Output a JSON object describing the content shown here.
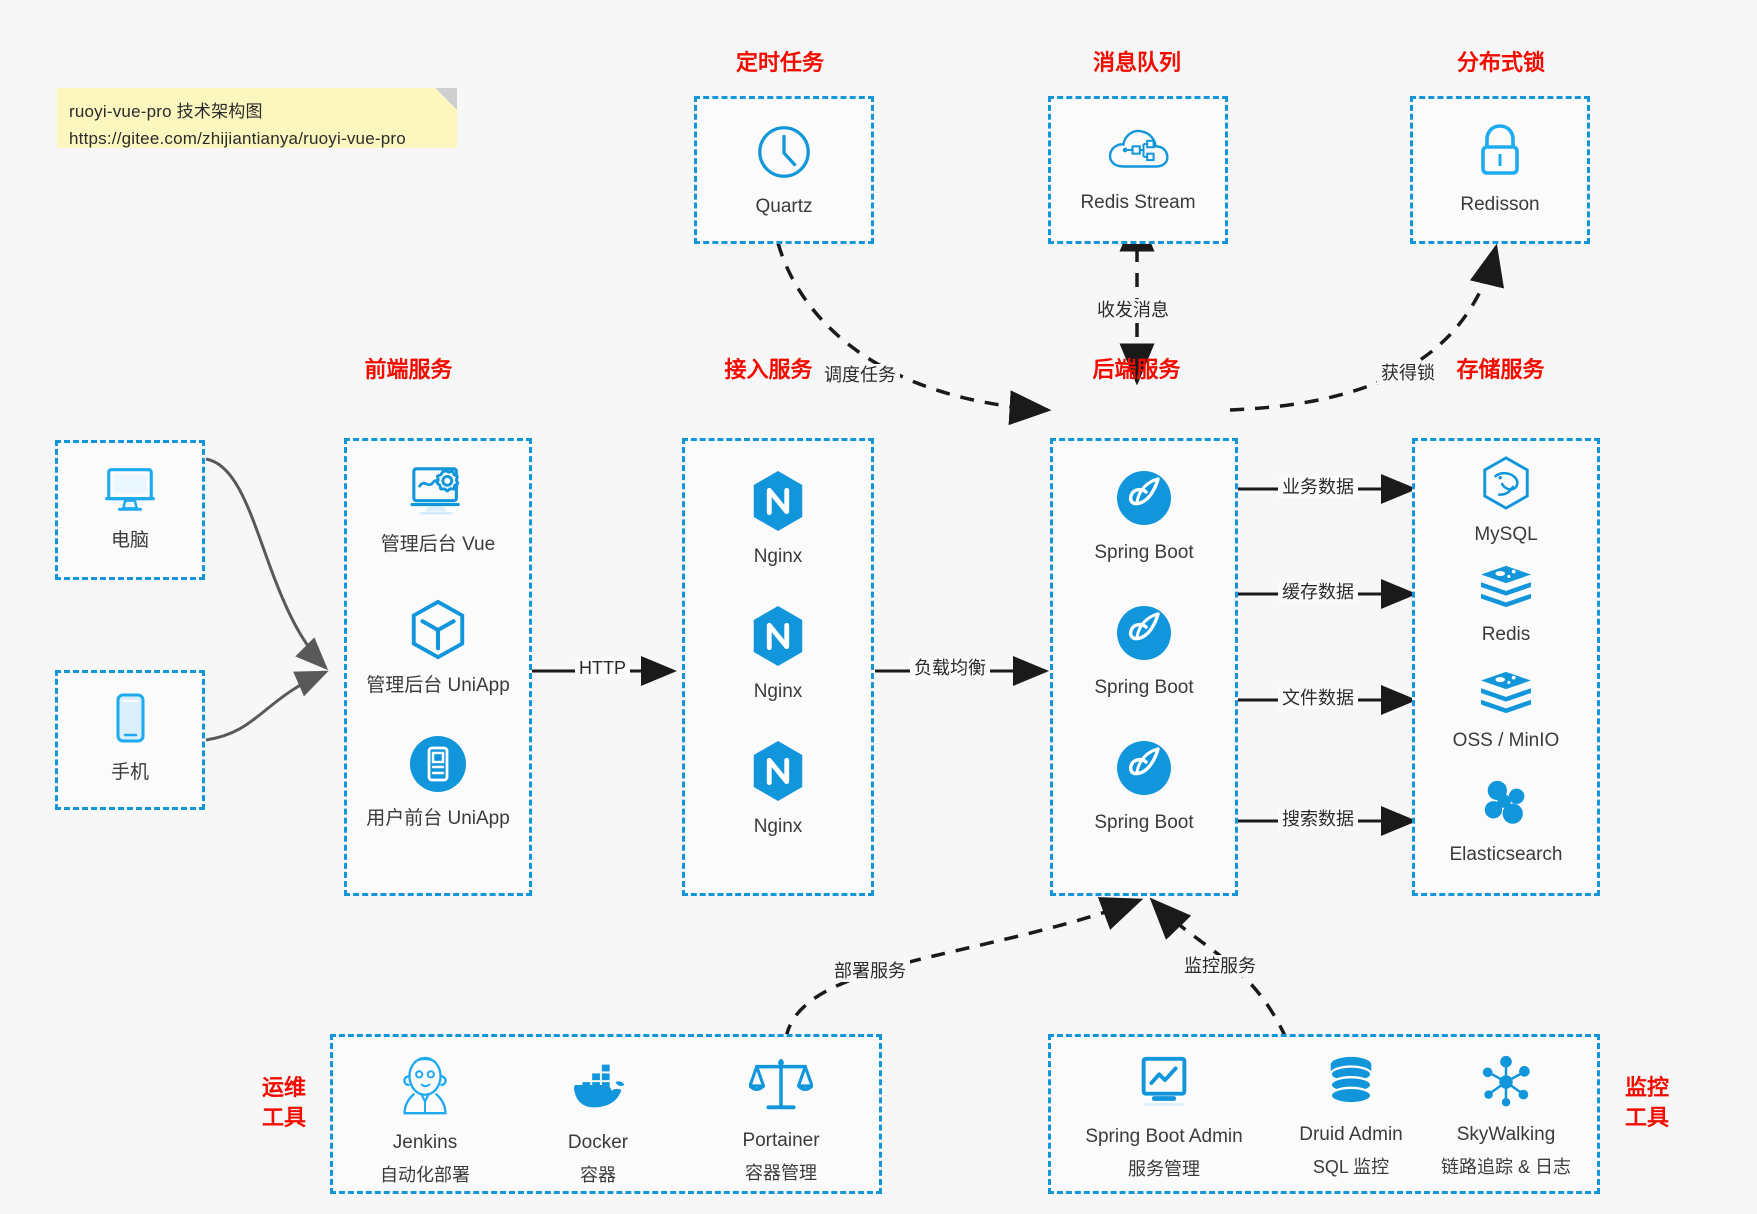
{
  "note": {
    "line1": "ruoyi-vue-pro 技术架构图",
    "line2": "https://gitee.com/zhijiantianya/ruoyi-vue-pro"
  },
  "colors": {
    "accent_blue": "#1296db",
    "title_red": "#f20c00",
    "note_yellow": "#fcf7bf",
    "arrow_gray": "#595959",
    "arrow_black": "#1a1a1a",
    "page_bg": "#f7f7f7",
    "box_bg": "#fbfbfb"
  },
  "groups": {
    "scheduled_task": {
      "title": "定时任务",
      "nodes": [
        {
          "label": "Quartz",
          "icon": "clock-icon"
        }
      ]
    },
    "message_queue": {
      "title": "消息队列",
      "nodes": [
        {
          "label": "Redis Stream",
          "icon": "cloud-stream-icon"
        }
      ]
    },
    "distributed_lock": {
      "title": "分布式锁",
      "nodes": [
        {
          "label": "Redisson",
          "icon": "lock-icon"
        }
      ]
    },
    "clients": {
      "nodes": [
        {
          "label": "电脑",
          "icon": "desktop-icon"
        },
        {
          "label": "手机",
          "icon": "mobile-icon"
        }
      ]
    },
    "frontend": {
      "title": "前端服务",
      "nodes": [
        {
          "label": "管理后台 Vue",
          "icon": "dashboard-settings-icon"
        },
        {
          "label": "管理后台 UniApp",
          "icon": "cube-icon"
        },
        {
          "label": "用户前台 UniApp",
          "icon": "phone-app-icon"
        }
      ]
    },
    "gateway": {
      "title": "接入服务",
      "nodes": [
        {
          "label": "Nginx",
          "icon": "nginx-icon"
        },
        {
          "label": "Nginx",
          "icon": "nginx-icon"
        },
        {
          "label": "Nginx",
          "icon": "nginx-icon"
        }
      ]
    },
    "backend": {
      "title": "后端服务",
      "nodes": [
        {
          "label": "Spring Boot",
          "icon": "spring-boot-icon"
        },
        {
          "label": "Spring Boot",
          "icon": "spring-boot-icon"
        },
        {
          "label": "Spring Boot",
          "icon": "spring-boot-icon"
        }
      ]
    },
    "storage": {
      "title": "存储服务",
      "nodes": [
        {
          "label": "MySQL",
          "icon": "mysql-icon"
        },
        {
          "label": "Redis",
          "icon": "redis-icon"
        },
        {
          "label": "OSS / MinIO",
          "icon": "oss-minio-icon"
        },
        {
          "label": "Elasticsearch",
          "icon": "elasticsearch-icon"
        }
      ]
    },
    "devops": {
      "title": "运维\n工具",
      "title_line1": "运维",
      "title_line2": "工具",
      "nodes": [
        {
          "label": "Jenkins",
          "sub": "自动化部署",
          "icon": "jenkins-icon"
        },
        {
          "label": "Docker",
          "sub": "容器",
          "icon": "docker-icon"
        },
        {
          "label": "Portainer",
          "sub": "容器管理",
          "icon": "scales-icon"
        }
      ]
    },
    "monitor": {
      "title_line1": "监控",
      "title_line2": "工具",
      "nodes": [
        {
          "label": "Spring Boot Admin",
          "sub": "服务管理",
          "icon": "monitor-chart-icon"
        },
        {
          "label": "Druid Admin",
          "sub": "SQL 监控",
          "icon": "database-icon"
        },
        {
          "label": "SkyWalking",
          "sub": "链路追踪 & 日志",
          "icon": "skywalking-icon"
        }
      ]
    }
  },
  "edges": [
    {
      "id": "edge-schedule",
      "label": "调度任务",
      "from": "定时任务",
      "to": "后端服务",
      "style": "dashed"
    },
    {
      "id": "edge-mq",
      "label": "收发消息",
      "from": "消息队列",
      "to": "后端服务",
      "style": "dashed-bidirectional"
    },
    {
      "id": "edge-lock",
      "label": "获得锁",
      "from": "后端服务",
      "to": "分布式锁",
      "style": "dashed"
    },
    {
      "id": "edge-http",
      "label": "HTTP",
      "from": "前端服务",
      "to": "接入服务",
      "style": "solid"
    },
    {
      "id": "edge-lb",
      "label": "负载均衡",
      "from": "接入服务",
      "to": "后端服务",
      "style": "solid"
    },
    {
      "id": "edge-biz",
      "label": "业务数据",
      "from": "后端服务",
      "to": "MySQL",
      "style": "solid"
    },
    {
      "id": "edge-cache",
      "label": "缓存数据",
      "from": "后端服务",
      "to": "Redis",
      "style": "solid"
    },
    {
      "id": "edge-file",
      "label": "文件数据",
      "from": "后端服务",
      "to": "OSS / MinIO",
      "style": "solid"
    },
    {
      "id": "edge-search",
      "label": "搜索数据",
      "from": "后端服务",
      "to": "Elasticsearch",
      "style": "solid"
    },
    {
      "id": "edge-deploy",
      "label": "部署服务",
      "from": "运维工具",
      "to": "后端服务",
      "style": "dashed"
    },
    {
      "id": "edge-monitor",
      "label": "监控服务",
      "from": "监控工具",
      "to": "后端服务",
      "style": "dashed"
    }
  ]
}
